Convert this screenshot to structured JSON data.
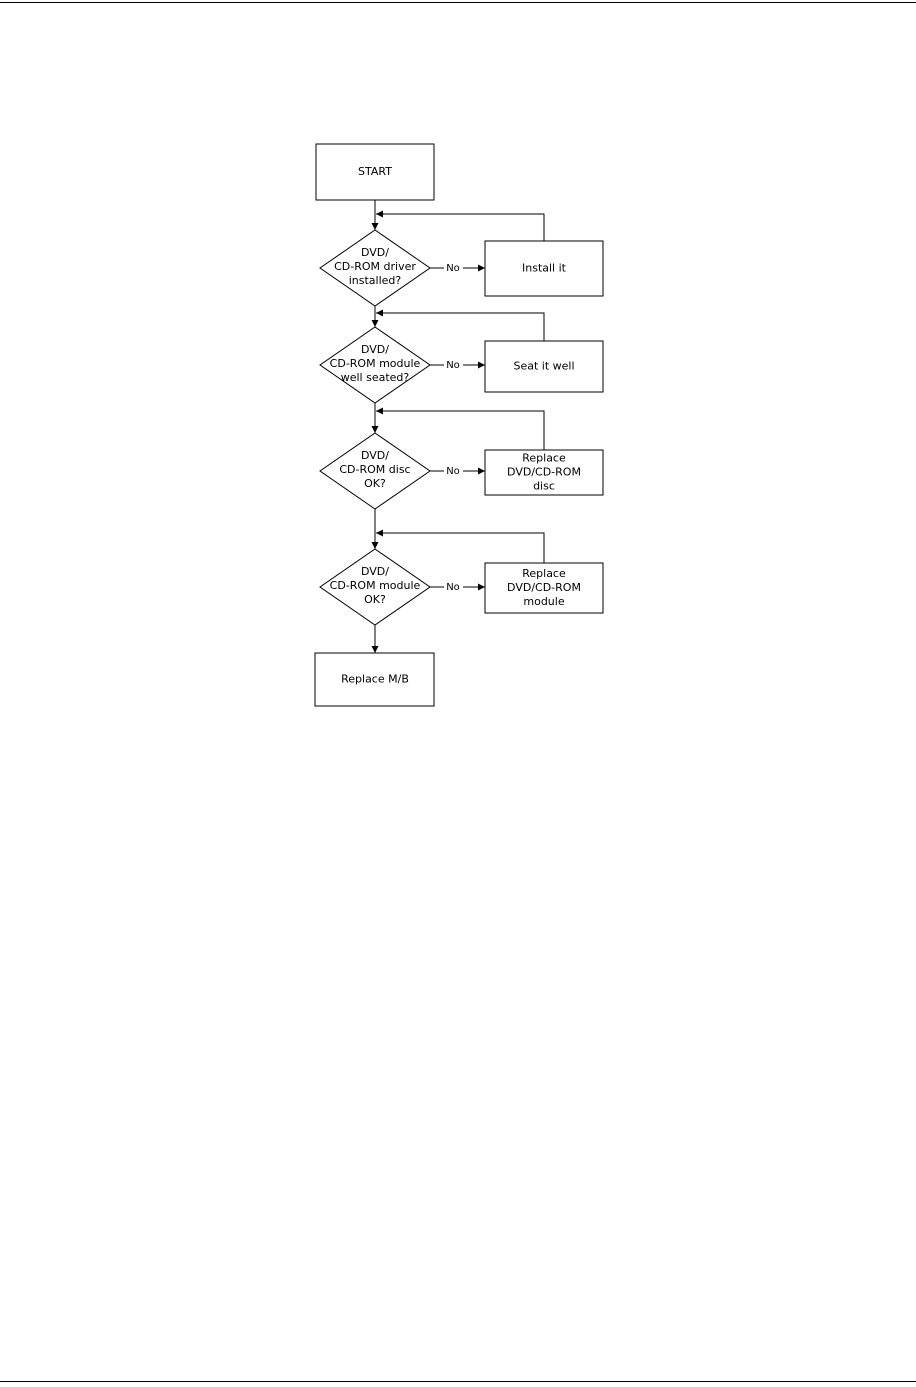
{
  "flowchart": {
    "start": "START",
    "steps": [
      {
        "question": [
          "DVD/",
          "CD-ROM driver",
          "installed?"
        ],
        "branch_label": "No",
        "action": [
          "Install it"
        ]
      },
      {
        "question": [
          "DVD/",
          "CD-ROM module",
          "well seated?"
        ],
        "branch_label": "No",
        "action": [
          "Seat it well"
        ]
      },
      {
        "question": [
          "DVD/",
          "CD-ROM disc",
          "OK?"
        ],
        "branch_label": "No",
        "action": [
          "Replace",
          "DVD/CD-ROM",
          "disc"
        ]
      },
      {
        "question": [
          "DVD/",
          "CD-ROM module",
          "OK?"
        ],
        "branch_label": "No",
        "action": [
          "Replace",
          "DVD/CD-ROM",
          "module"
        ]
      }
    ],
    "end": "Replace M/B"
  }
}
